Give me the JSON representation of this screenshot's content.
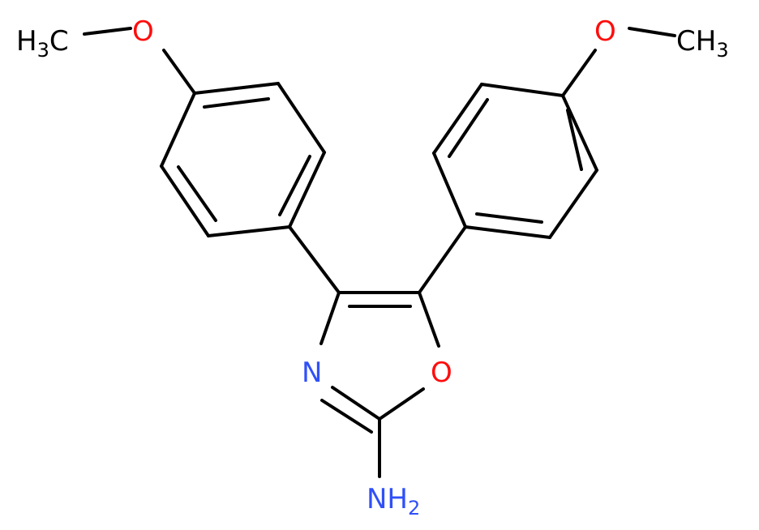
{
  "molecule": {
    "colors": {
      "bond": "#000000",
      "carbon_label": "#000000",
      "oxygen": "#ff0d0d",
      "nitrogen": "#3050f8"
    },
    "labels": {
      "left_methyl": {
        "main": "H",
        "sub": "3",
        "tail": "C"
      },
      "left_methoxy_o": "O",
      "right_methoxy_o": "O",
      "right_methyl": {
        "main": "CH",
        "sub": "3"
      },
      "ring_n": "N",
      "ring_o": "O",
      "amine": {
        "main": "NH",
        "sub": "2"
      }
    }
  }
}
